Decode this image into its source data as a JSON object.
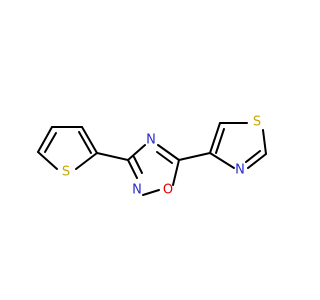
{
  "colors": {
    "background": "#ffffff",
    "bond": "#000000",
    "sulfur": "#c8a800",
    "nitrogen": "#2a2ad0",
    "oxygen": "#e00000"
  },
  "molecule": {
    "atoms": {
      "s_thiophene": "S",
      "n_oxadiazole_4": "N",
      "n_oxadiazole_2": "N",
      "o_oxadiazole": "O",
      "s_thiazole": "S",
      "n_thiazole": "N"
    }
  }
}
